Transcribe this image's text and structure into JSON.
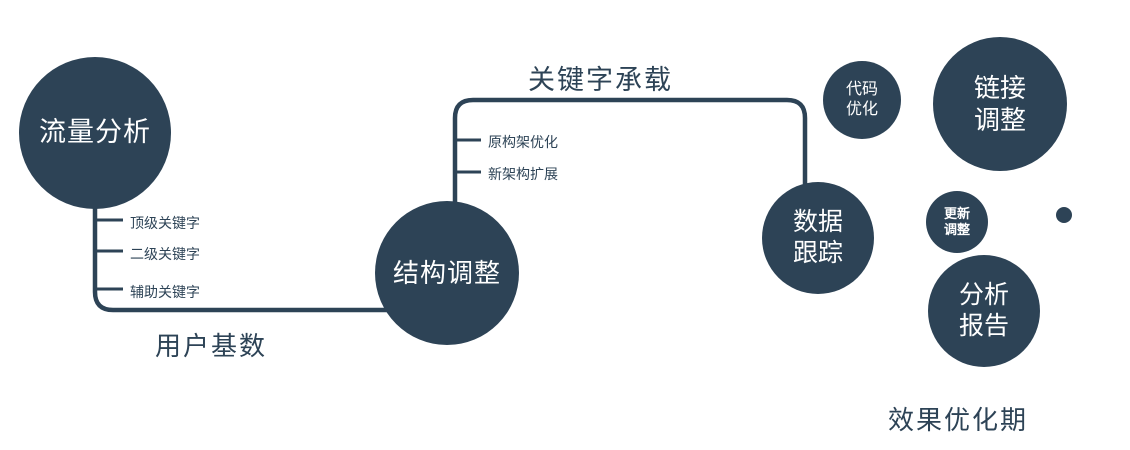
{
  "colors": {
    "primary": "#2d4356",
    "text": "#2d4356",
    "node_text": "#ffffff",
    "background": "#ffffff"
  },
  "nodes": {
    "traffic": {
      "label": "流量分析"
    },
    "structure": {
      "label": "结构调整"
    },
    "tracking": {
      "label": "数据\n跟踪"
    },
    "code": {
      "label": "代码\n优化"
    },
    "link": {
      "label": "链接\n调整"
    },
    "update": {
      "label": "更新\n调整"
    },
    "report": {
      "label": "分析\n报告"
    }
  },
  "ticks": {
    "traffic": [
      "顶级关键字",
      "二级关键字",
      "辅助关键字"
    ],
    "structure": [
      "原构架优化",
      "新架构扩展"
    ]
  },
  "edges": {
    "user_base": "用户基数",
    "keyword_load": "关键字承载"
  },
  "footer": "效果优化期"
}
